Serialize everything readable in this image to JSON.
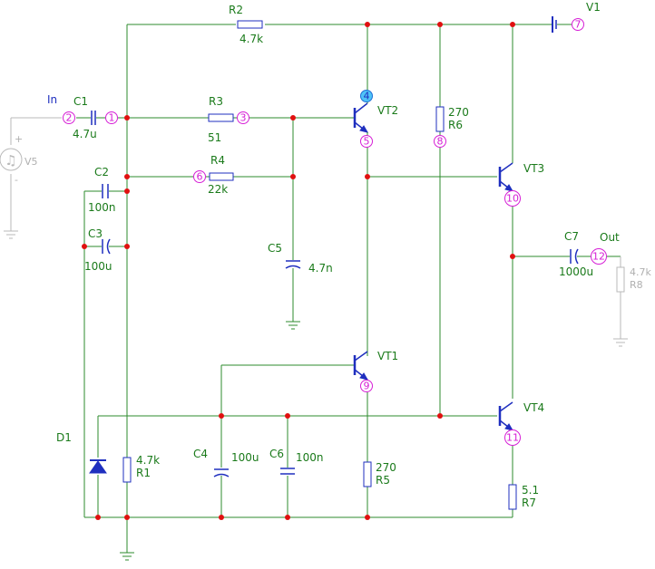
{
  "components": {
    "R1": {
      "ref": "R1",
      "value": "4.7k"
    },
    "R2": {
      "ref": "R2",
      "value": "4.7k"
    },
    "R3": {
      "ref": "R3",
      "value": "51"
    },
    "R4": {
      "ref": "R4",
      "value": "22k"
    },
    "R5": {
      "ref": "R5",
      "value": "270"
    },
    "R6": {
      "ref": "R6",
      "value": "270"
    },
    "R7": {
      "ref": "R7",
      "value": "5.1"
    },
    "R8": {
      "ref": "R8",
      "value": "4.7k"
    },
    "C1": {
      "ref": "C1",
      "value": "4.7u"
    },
    "C2": {
      "ref": "C2",
      "value": "100n"
    },
    "C3": {
      "ref": "C3",
      "value": "100u"
    },
    "C4": {
      "ref": "C4",
      "value": "100u"
    },
    "C5": {
      "ref": "C5",
      "value": "4.7n"
    },
    "C6": {
      "ref": "C6",
      "value": "100n"
    },
    "C7": {
      "ref": "C7",
      "value": "1000u"
    },
    "VT1": {
      "ref": "VT1"
    },
    "VT2": {
      "ref": "VT2"
    },
    "VT3": {
      "ref": "VT3"
    },
    "VT4": {
      "ref": "VT4"
    },
    "D1": {
      "ref": "D1"
    },
    "V1": {
      "ref": "V1"
    },
    "V5": {
      "ref": "V5"
    }
  },
  "labels": {
    "input": "In",
    "output": "Out",
    "plus": "+",
    "minus": "-"
  },
  "nodes": [
    "1",
    "2",
    "3",
    "4",
    "5",
    "6",
    "7",
    "8",
    "9",
    "10",
    "11",
    "12"
  ],
  "colors": {
    "wire": "#2e8b2e",
    "component": "#1f2fbf",
    "junction": "#e01010",
    "node": "#d61fd6",
    "selected_node": "#4fc3f7",
    "inactive": "#b9b9b9"
  },
  "selected_node": "4"
}
